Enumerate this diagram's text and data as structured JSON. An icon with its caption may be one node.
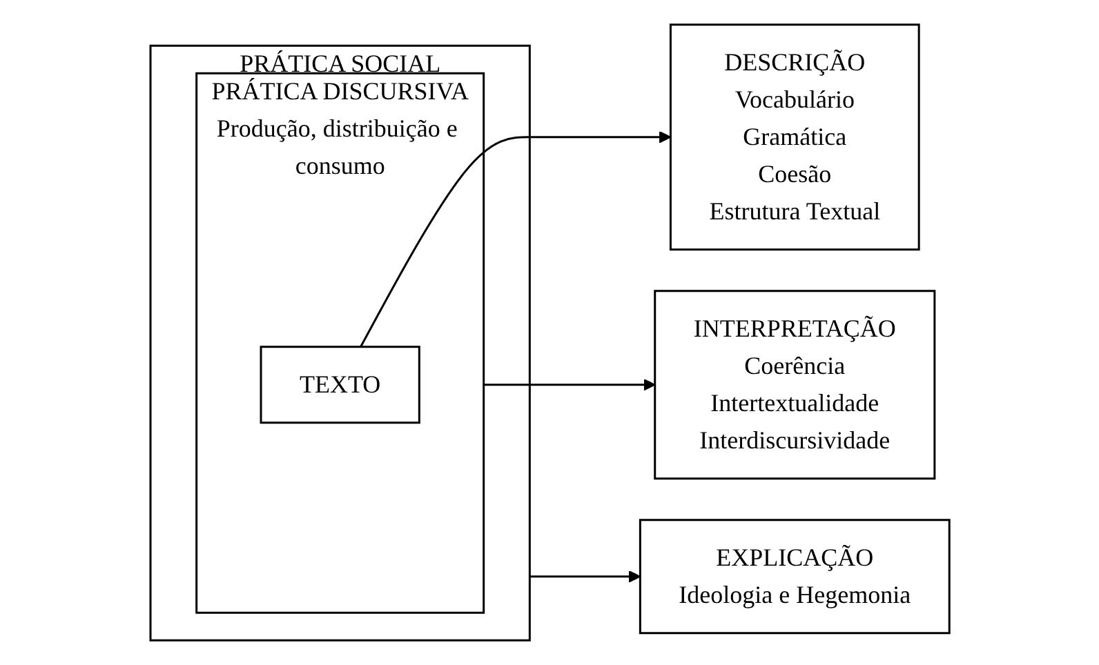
{
  "diagram": {
    "nodes": [
      {
        "text": [
          "PRÁTICA SOCIAL"
        ]
      },
      {
        "text": [
          "PRÁTICA DISCURSIVA",
          "Produção, distribuição e consumo"
        ],
        "in": 0
      },
      {
        "text": [
          "TEXTO"
        ],
        "in": 1
      },
      {
        "text": [
          "DESCRIÇÃO",
          "Vocabulário",
          "Gramática",
          "Coesão",
          "Estrutura Textual"
        ]
      },
      {
        "text": [
          "INTERPRETAÇÃO",
          "Coerência",
          "Intertextualidade",
          "Interdiscursividade"
        ]
      },
      {
        "text": [
          "EXPLICAÇÃO",
          "Ideologia e Hegemonia"
        ]
      }
    ],
    "edges": [
      {
        "from": 2,
        "to": 3,
        "arrow": "to"
      },
      {
        "from": 1,
        "to": 4,
        "arrow": "to"
      },
      {
        "from": 0,
        "to": 5,
        "arrow": "to"
      }
    ]
  }
}
